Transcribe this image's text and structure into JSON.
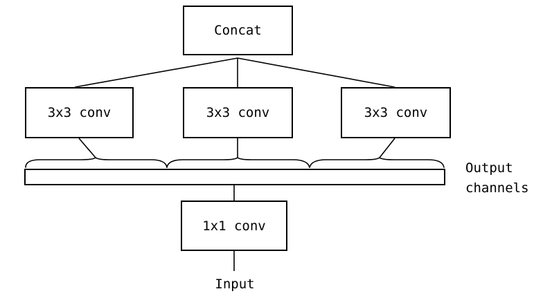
{
  "diagram": {
    "top_node": "Concat",
    "branches": [
      {
        "label": "3x3 conv"
      },
      {
        "label": "3x3 conv"
      },
      {
        "label": "3x3 conv"
      }
    ],
    "channels_label_line1": "Output",
    "channels_label_line2": "channels",
    "bottom_node": "1x1 conv",
    "input_label": "Input"
  }
}
